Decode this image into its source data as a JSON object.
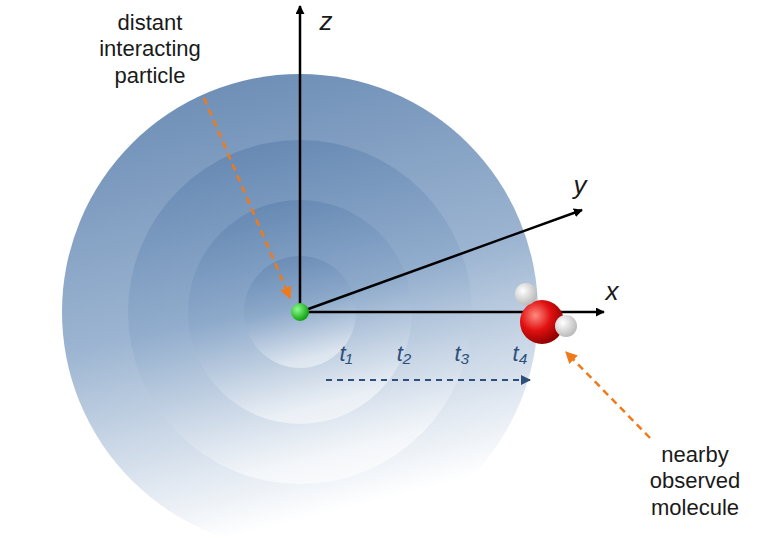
{
  "diagram": {
    "labels": [
      "distant interacting particle",
      "z",
      "y",
      "x",
      "t₁",
      "t₂",
      "t₃",
      "t₄",
      "nearby observed molecule"
    ]
  }
}
